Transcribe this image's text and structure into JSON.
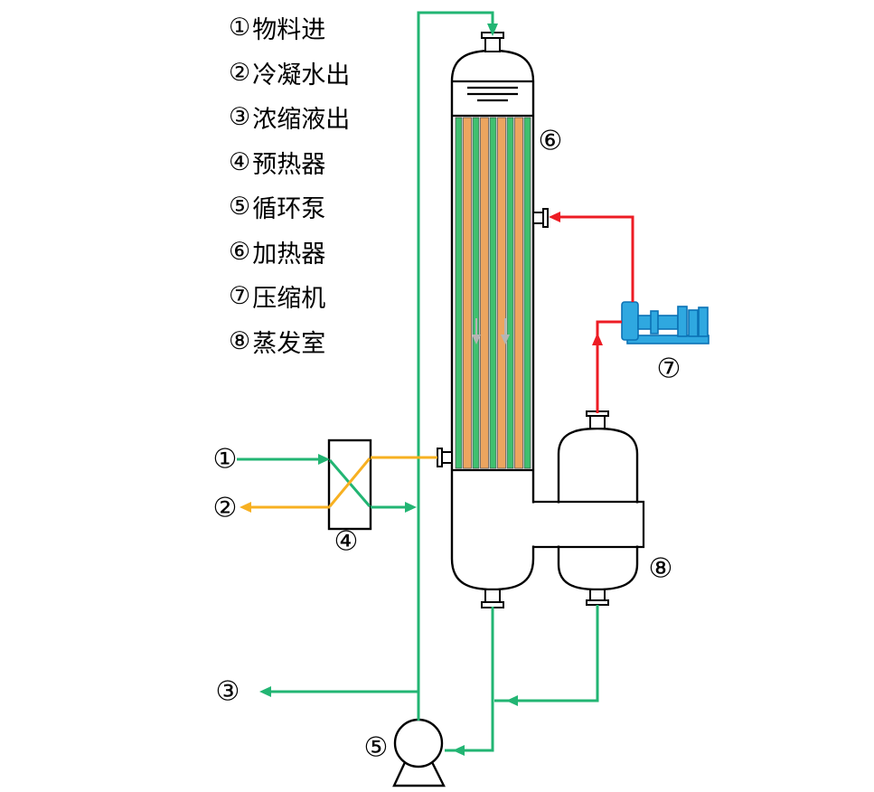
{
  "legend": {
    "items": [
      {
        "marker": "①",
        "text": "物料进"
      },
      {
        "marker": "②",
        "text": "冷凝水出"
      },
      {
        "marker": "③",
        "text": "浓缩液出"
      },
      {
        "marker": "④",
        "text": "预热器"
      },
      {
        "marker": "⑤",
        "text": "循环泵"
      },
      {
        "marker": "⑥",
        "text": "加热器"
      },
      {
        "marker": "⑦",
        "text": "压缩机"
      },
      {
        "marker": "⑧",
        "text": "蒸发室"
      }
    ]
  },
  "diagram_labels": {
    "feed_in": "①",
    "condensate_out": "②",
    "concentrate_out": "③",
    "preheater": "④",
    "pump": "⑤",
    "heater": "⑥",
    "compressor": "⑦",
    "evaporation_chamber": "⑧"
  },
  "colors": {
    "pipe_green": "#22b573",
    "pipe_yellow": "#f7b021",
    "pipe_red": "#ed1c24",
    "tube_orange": "#eca55f",
    "tube_green": "#3fc06f",
    "compressor_fill": "#2fa8e0",
    "compressor_stroke": "#0b72b5",
    "inner_arrow_gray": "#b5b5b5",
    "outline": "#000000"
  }
}
